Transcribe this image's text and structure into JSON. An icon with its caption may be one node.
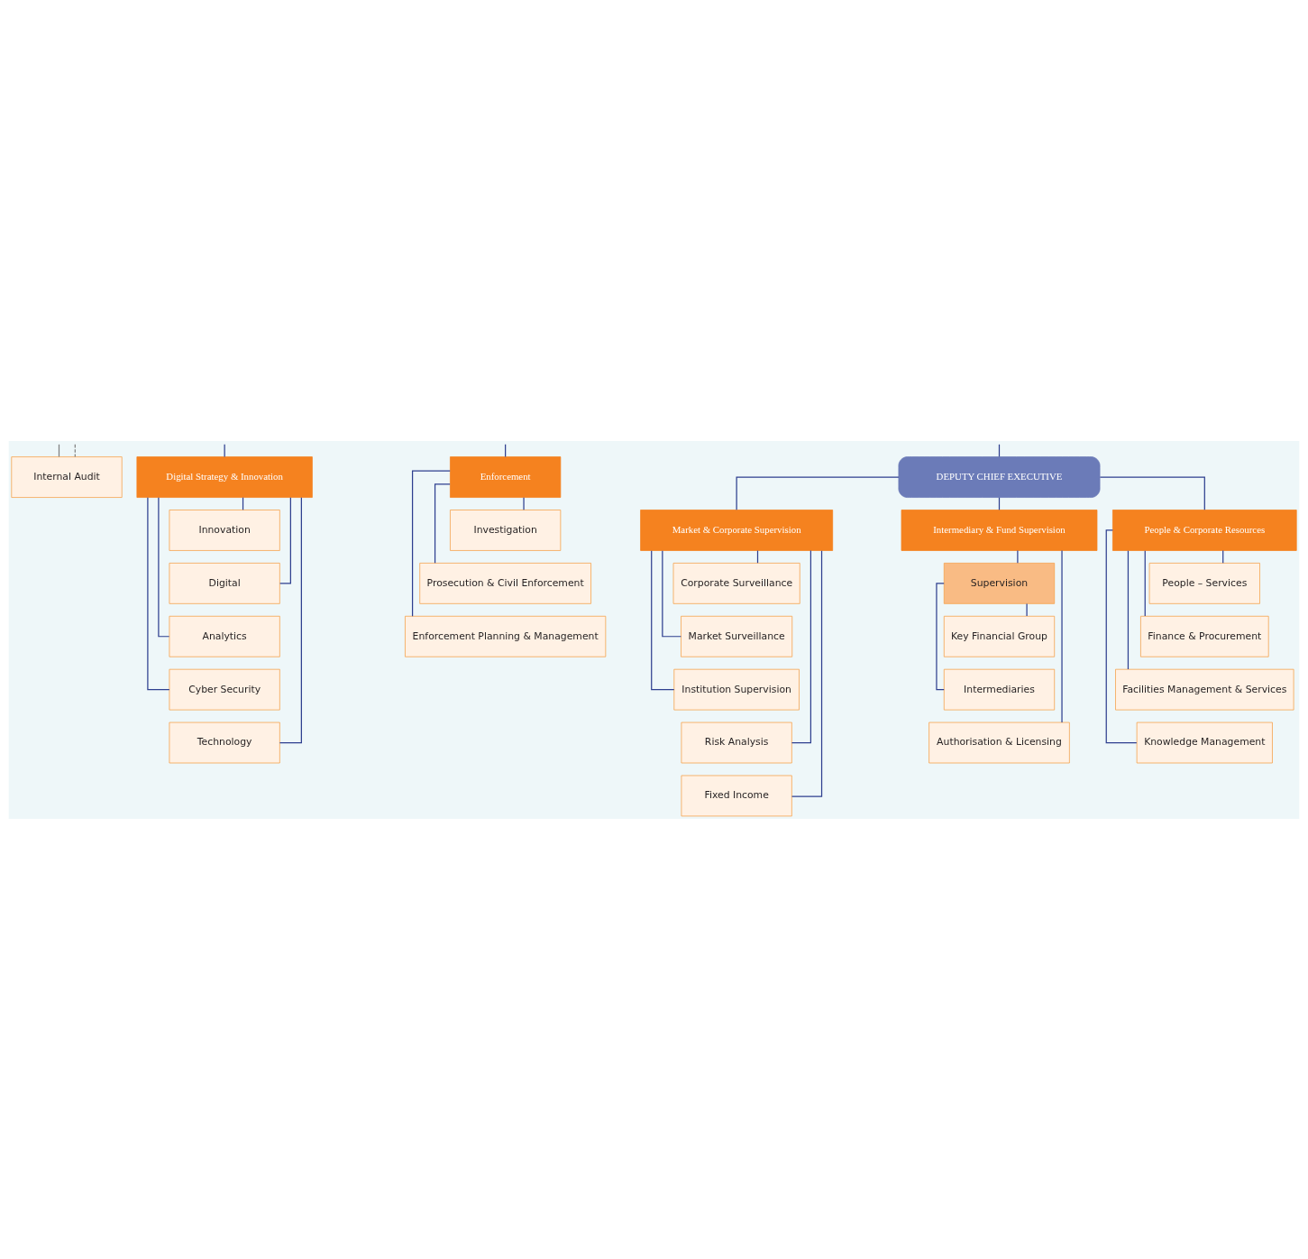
{
  "diagram": {
    "nodes": [
      {
        "text": [
          "Internal Audit"
        ]
      },
      {
        "text": [
          "Digital Strategy & Innovation"
        ]
      },
      {
        "text": [
          "Innovation"
        ]
      },
      {
        "text": [
          "Digital"
        ]
      },
      {
        "text": [
          "Analytics"
        ]
      },
      {
        "text": [
          "Cyber Security"
        ]
      },
      {
        "text": [
          "Technology"
        ]
      },
      {
        "text": [
          "Enforcement"
        ]
      },
      {
        "text": [
          "Investigation"
        ]
      },
      {
        "text": [
          "Prosecution & Civil Enforcement"
        ]
      },
      {
        "text": [
          "Enforcement Planning & Management"
        ]
      },
      {
        "text": [
          "DEPUTY CHIEF EXECUTIVE"
        ]
      },
      {
        "text": [
          "Market & Corporate Supervision"
        ]
      },
      {
        "text": [
          "Corporate Surveillance"
        ]
      },
      {
        "text": [
          "Market Surveillance"
        ]
      },
      {
        "text": [
          "Institution Supervision"
        ]
      },
      {
        "text": [
          "Risk Analysis"
        ]
      },
      {
        "text": [
          "Fixed Income"
        ]
      },
      {
        "text": [
          "Intermediary & Fund Supervision"
        ]
      },
      {
        "text": [
          "Supervision"
        ]
      },
      {
        "text": [
          "Key Financial Group"
        ]
      },
      {
        "text": [
          "Intermediaries"
        ]
      },
      {
        "text": [
          "Authorisation & Licensing"
        ]
      },
      {
        "text": [
          "People & Corporate Resources"
        ]
      },
      {
        "text": [
          "People – Services"
        ]
      },
      {
        "text": [
          "Finance & Procurement"
        ]
      },
      {
        "text": [
          "Facilities Management & Services"
        ]
      },
      {
        "text": [
          "Knowledge Management"
        ]
      }
    ],
    "edges": [
      {
        "from": null,
        "to": 0,
        "arrow": "none",
        "color": "#808080"
      },
      {
        "from": null,
        "to": 0,
        "arrow": "none",
        "style": "dashed",
        "color": "#808080"
      },
      {
        "from": null,
        "to": 1,
        "arrow": "none"
      },
      {
        "from": null,
        "to": 7,
        "arrow": "none"
      },
      {
        "from": null,
        "to": 11,
        "arrow": "none"
      },
      {
        "from": 11,
        "to": 12,
        "arrow": "none"
      },
      {
        "from": 11,
        "to": 18,
        "arrow": "none"
      },
      {
        "from": 11,
        "to": 23,
        "arrow": "none"
      },
      {
        "from": 1,
        "to": 2,
        "arrow": "none"
      },
      {
        "from": 1,
        "to": 3,
        "arrow": "none"
      },
      {
        "from": 1,
        "to": 4,
        "arrow": "none"
      },
      {
        "from": 1,
        "to": 5,
        "arrow": "none"
      },
      {
        "from": 1,
        "to": 6,
        "arrow": "none"
      },
      {
        "from": 7,
        "to": 8,
        "arrow": "none"
      },
      {
        "from": 7,
        "to": 9,
        "arrow": "none"
      },
      {
        "from": 7,
        "to": 10,
        "arrow": "none"
      },
      {
        "from": 12,
        "to": 13,
        "arrow": "none"
      },
      {
        "from": 12,
        "to": 14,
        "arrow": "none"
      },
      {
        "from": 12,
        "to": 15,
        "arrow": "none"
      },
      {
        "from": 12,
        "to": 16,
        "arrow": "none"
      },
      {
        "from": 12,
        "to": 17,
        "arrow": "none"
      },
      {
        "from": 18,
        "to": 19,
        "arrow": "none"
      },
      {
        "from": 18,
        "to": 22,
        "arrow": "none"
      },
      {
        "from": 19,
        "to": 20,
        "arrow": "none"
      },
      {
        "from": 19,
        "to": 21,
        "arrow": "none"
      },
      {
        "from": 23,
        "to": 24,
        "arrow": "none"
      },
      {
        "from": 23,
        "to": 25,
        "arrow": "none"
      },
      {
        "from": 23,
        "to": 26,
        "arrow": "none"
      },
      {
        "from": 23,
        "to": 27,
        "arrow": "none"
      }
    ]
  }
}
